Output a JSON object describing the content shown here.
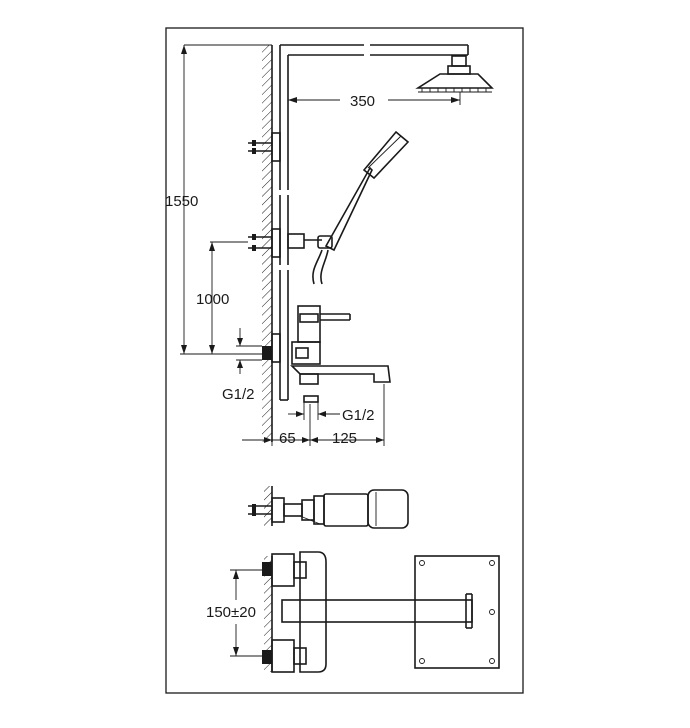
{
  "dimensions": {
    "height_total": "1550",
    "height_mixer": "1000",
    "arm_reach": "350",
    "wall_offset": "65",
    "spout_reach": "125",
    "connection_left": "G1/2",
    "connection_bottom": "G1/2",
    "inlet_spacing": "150±20"
  }
}
